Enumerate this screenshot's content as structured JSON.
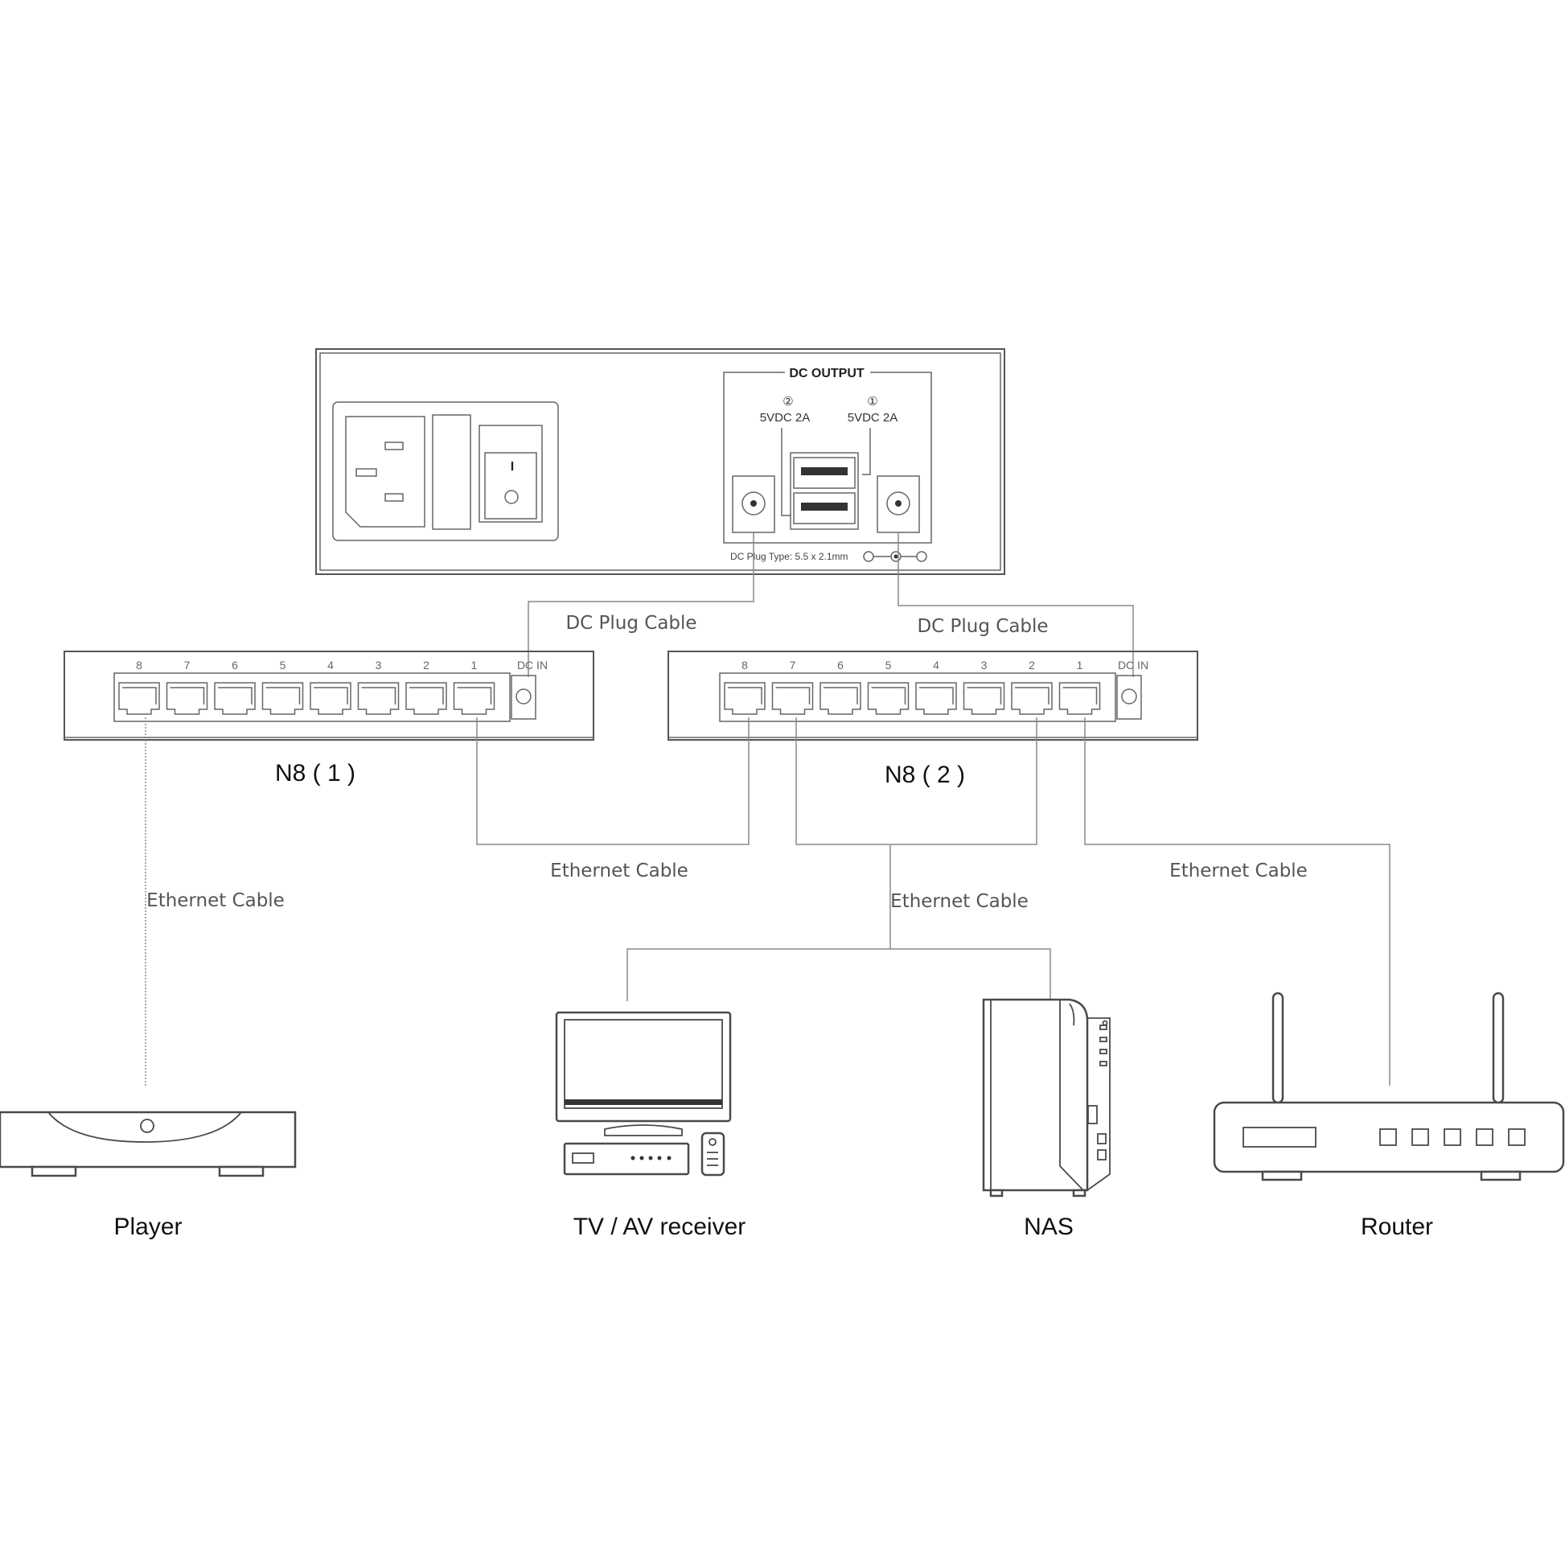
{
  "power_unit": {
    "dc_output_title": "DC OUTPUT",
    "output_2": {
      "number": "②",
      "rating": "5VDC 2A"
    },
    "output_1": {
      "number": "①",
      "rating": "5VDC 2A"
    },
    "switch_mark": "I",
    "plug_type": "DC Plug Type: 5.5 x 2.1mm"
  },
  "cable_labels": {
    "dc_plug_left": "DC Plug Cable",
    "dc_plug_right": "DC Plug Cable",
    "ethernet_player": "Ethernet Cable",
    "ethernet_switch_link": "Ethernet Cable",
    "ethernet_tv_nas": "Ethernet Cable",
    "ethernet_router": "Ethernet Cable"
  },
  "switches": [
    {
      "label": "N8 ( 1 )",
      "dc_in": "DC IN",
      "ports": [
        "8",
        "7",
        "6",
        "5",
        "4",
        "3",
        "2",
        "1"
      ]
    },
    {
      "label": "N8 ( 2 )",
      "dc_in": "DC IN",
      "ports": [
        "8",
        "7",
        "6",
        "5",
        "4",
        "3",
        "2",
        "1"
      ]
    }
  ],
  "devices": {
    "player": "Player",
    "tv": "TV / AV receiver",
    "nas": "NAS",
    "router": "Router"
  }
}
